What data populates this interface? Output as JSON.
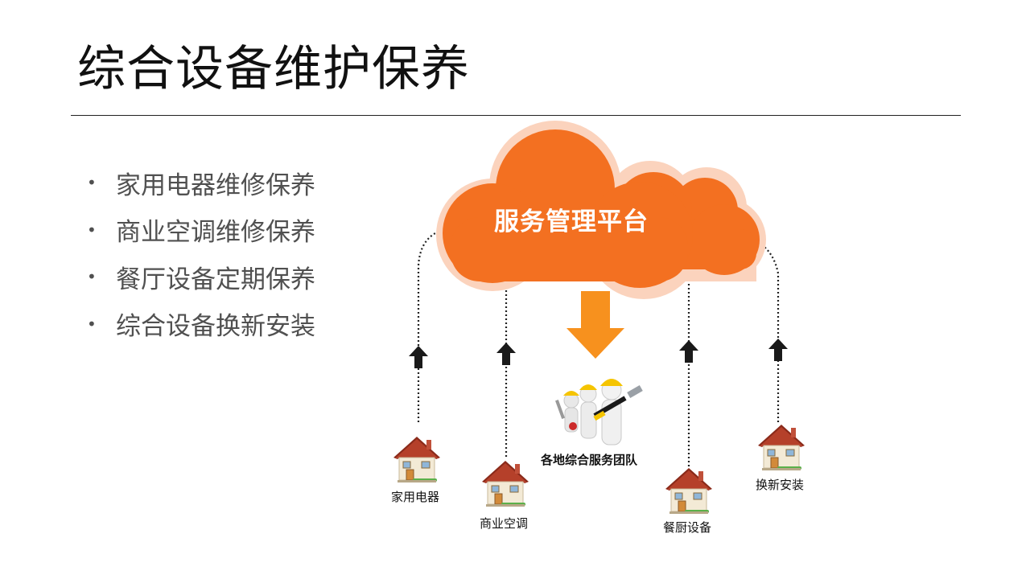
{
  "title": "综合设备维护保养",
  "services": [
    "家用电器维修保养",
    "商业空调维修保养",
    "餐厅设备定期保养",
    "综合设备换新安装"
  ],
  "platform": {
    "label": "服务管理平台",
    "color": "#f37021",
    "arrow_color": "#f7911e"
  },
  "team": {
    "label": "各地综合服务团队"
  },
  "nodes": [
    {
      "label": "家用电器"
    },
    {
      "label": "商业空调"
    },
    {
      "label": "餐厨设备"
    },
    {
      "label": "换新安装"
    }
  ],
  "icons": {
    "bullet": "bullet-dot-icon",
    "node": "house-icon",
    "team": "workers-with-tools-icon",
    "flow_up": "up-arrow-icon",
    "flow_down": "down-arrow-icon"
  }
}
